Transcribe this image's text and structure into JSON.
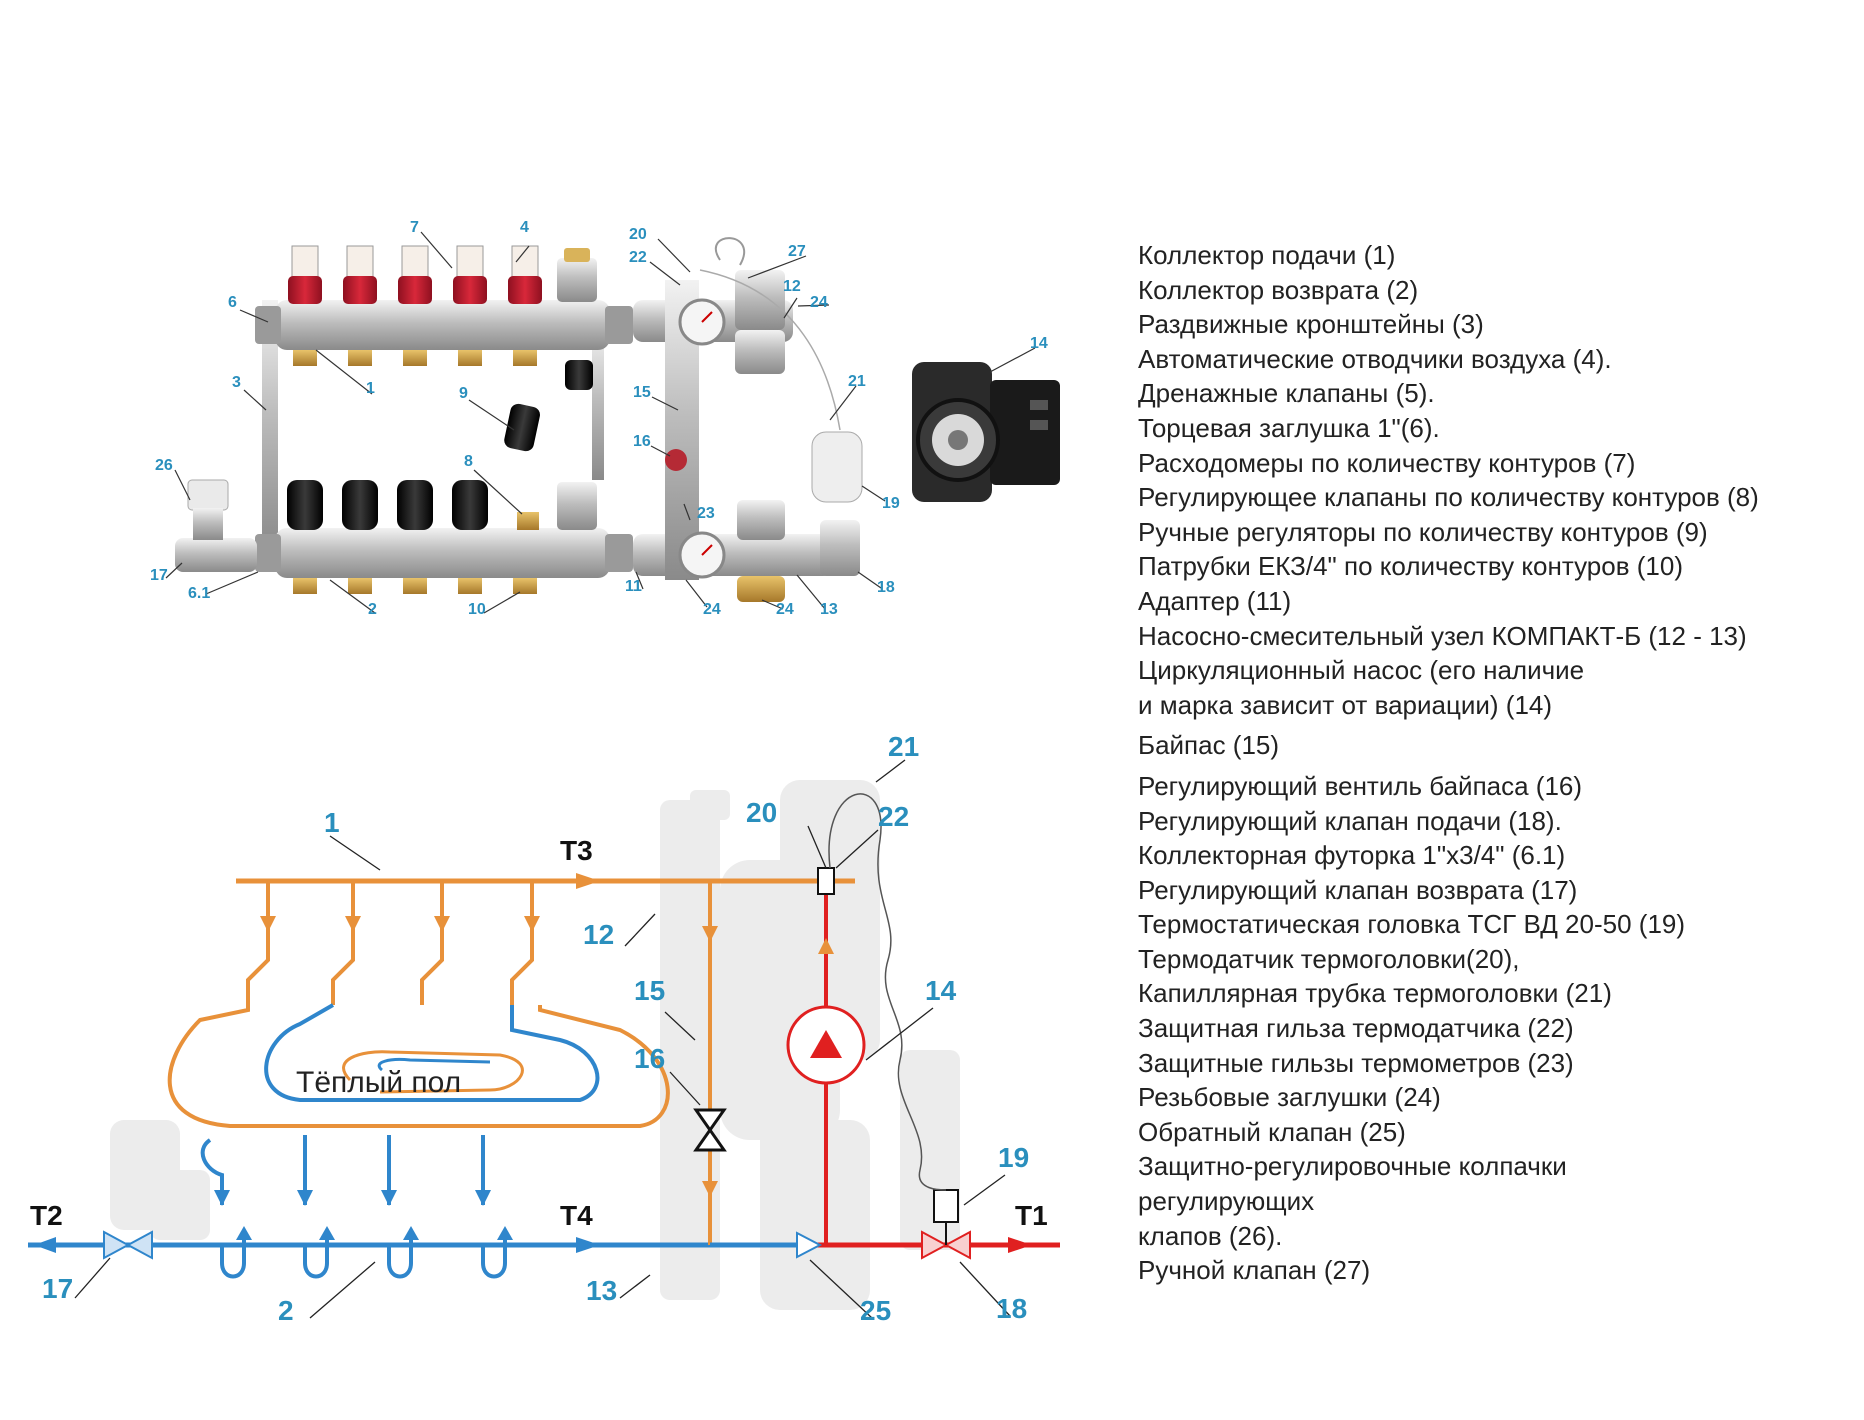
{
  "legend": [
    "Коллектор подачи (1)",
    "Коллектор возврата (2)",
    "Раздвижные кронштейны (3)",
    "Автоматические отводчики воздуха (4).",
    "Дренажные клапаны (5).",
    "Торцевая заглушка 1\"(6).",
    "Расходомеры по количеству контуров (7)",
    "Регулирующее клапаны по количеству контуров (8)",
    "Ручные регуляторы по количеству контуров (9)",
    "Патрубки ЕКЗ/4\" по количеству контуров (10)",
    "Адаптер (11)",
    "Насосно-смесительный узел КОМПАКТ-Б (12 - 13)",
    "Циркуляционный насос (его наличие",
    "и марка зависит от вариации) (14)",
    "Байпас (15)",
    "Регулирующий вентиль байпаса (16)",
    "Регулирующий клапан подачи (18).",
    "Коллекторная футорка 1\"х3/4\" (6.1)",
    "Регулирующий клапан возврата (17)",
    "Термостатическая головка ТСГ ВД 20-50  (19)",
    "Термодатчик термоголовки(20),",
    "Капиллярная трубка термоголовки (21)",
    "Защитная  гильза термодатчика (22)",
    "Защитные гильзы термометров (23)",
    "Резьбовые заглушки (24)",
    "Обратный клапан (25)",
    "Защитно-регулировочные колпачки",
    "регулирующих",
    "клапов (26).",
    "Ручной клапан (27)"
  ],
  "photo_callouts": {
    "c1": "1",
    "c2": "2",
    "c3": "3",
    "c4": "4",
    "c6": "6",
    "c61": "6.1",
    "c7": "7",
    "c8": "8",
    "c9": "9",
    "c10": "10",
    "c11": "11",
    "c12": "12",
    "c13": "13",
    "c14": "14",
    "c15": "15",
    "c16": "16",
    "c17": "17",
    "c18": "18",
    "c19": "19",
    "c20": "20",
    "c21": "21",
    "c22": "22",
    "c23": "23",
    "c24a": "24",
    "c24b": "24",
    "c24c": "24",
    "c26": "26",
    "c27": "27"
  },
  "schema": {
    "T1": "T1",
    "T2": "T2",
    "T3": "T3",
    "T4": "T4",
    "floor": "Тёплый пол",
    "n1": "1",
    "n2": "2",
    "n12": "12",
    "n13": "13",
    "n14": "14",
    "n15": "15",
    "n16": "16",
    "n17": "17",
    "n18": "18",
    "n19": "19",
    "n20": "20",
    "n21": "21",
    "n22": "22",
    "n25": "25"
  },
  "colors": {
    "supply": "#e8913a",
    "return": "#2f86cc",
    "hot": "#e02020",
    "callout": "#2a8fbd",
    "metal": "#c9c9c9",
    "red_cap": "#c21d2d",
    "black_cap": "#1c1c1c"
  }
}
